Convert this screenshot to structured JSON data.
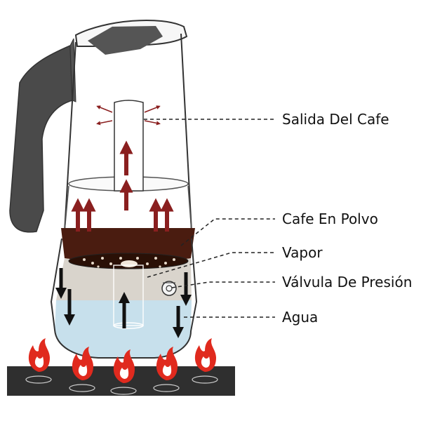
{
  "labels": {
    "salida": "Salida Del Cafe",
    "cafe": "Cafe En Polvo",
    "vapor": "Vapor",
    "valvula": "Válvula De Presión",
    "agua": "Agua"
  },
  "colors": {
    "outline": "#333333",
    "handle": "#4a4a4a",
    "coffee": "#4a1c10",
    "vapor_zone": "#d9d4cc",
    "water": "#c7e0ec",
    "red_arrow": "#8a1f1f",
    "black_arrow": "#111111",
    "flame": "#e02a1e",
    "stove": "#2f2f2f"
  },
  "icons": {
    "flame": "flame-icon",
    "valve": "pressure-valve-icon",
    "arrow_up": "arrow-up-icon",
    "arrow_down": "arrow-down-icon"
  }
}
